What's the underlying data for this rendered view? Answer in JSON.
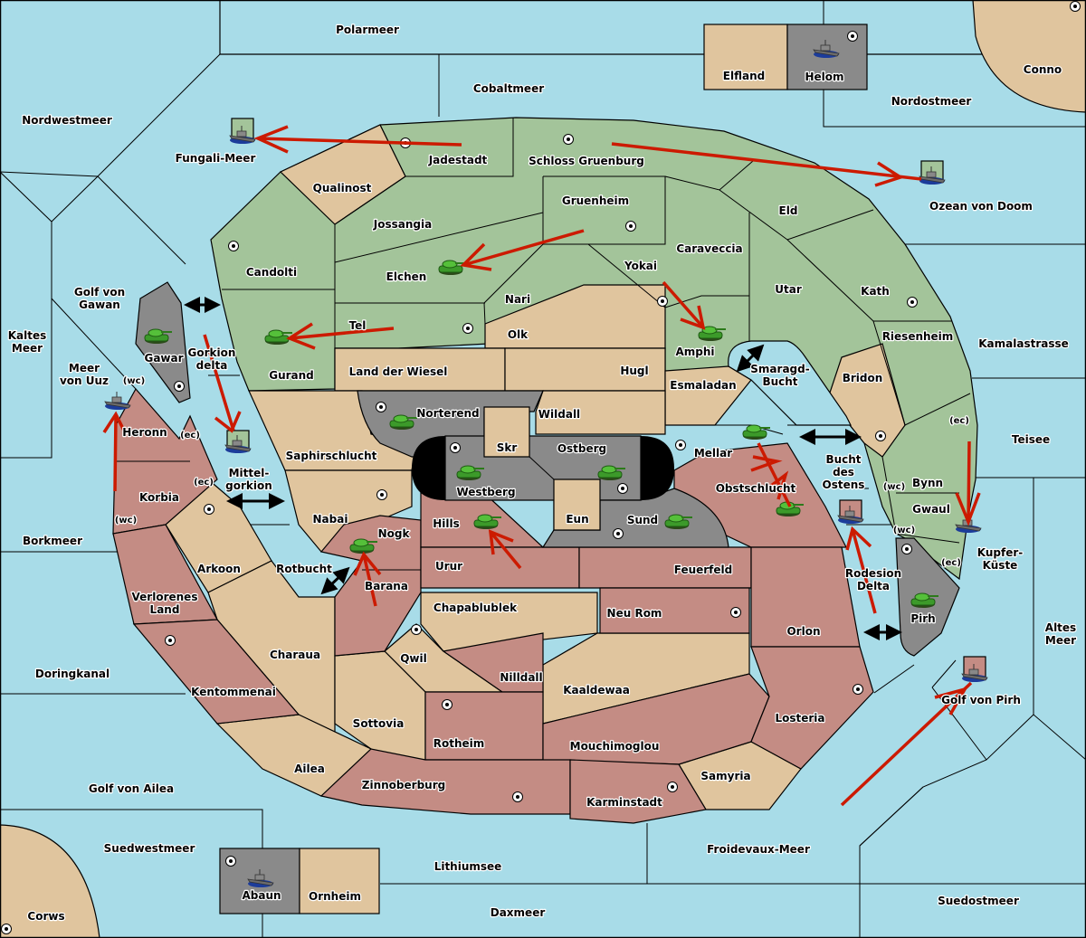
{
  "game": "Diplomacy-style strategy map",
  "colors": {
    "sea": "#a8dce8",
    "neutral": "#e0c59e",
    "green_power": "#a3c49a",
    "red_power": "#c48c84",
    "gray_power": "#8a8a8a",
    "order_arrow": "#cc1a00",
    "border": "#000000",
    "impassable": "#000000"
  },
  "seas": [
    {
      "id": "polarmeer",
      "label": "Polarmeer"
    },
    {
      "id": "cobaltmeer",
      "label": "Cobaltmeer"
    },
    {
      "id": "nordwestmeer",
      "label": "Nordwestmeer"
    },
    {
      "id": "fungali-meer",
      "label": "Fungali-Meer"
    },
    {
      "id": "nordostmeer",
      "label": "Nordostmeer"
    },
    {
      "id": "ozean-von-doom",
      "label": "Ozean von Doom"
    },
    {
      "id": "golf-von-gawan",
      "label": "Golf von Gawan"
    },
    {
      "id": "kaltes-meer",
      "label": "Kaltes Meer"
    },
    {
      "id": "meer-von-uuz",
      "label": "Meer von Uuz"
    },
    {
      "id": "gorkion-delta",
      "label": "Gorkion delta"
    },
    {
      "id": "mittelgorkion",
      "label": "Mittel-gorkion"
    },
    {
      "id": "rotbucht",
      "label": "Rotbucht"
    },
    {
      "id": "borkmeer",
      "label": "Borkmeer"
    },
    {
      "id": "doringkanal",
      "label": "Doringkanal"
    },
    {
      "id": "golf-von-ailea",
      "label": "Golf von Ailea"
    },
    {
      "id": "suedwestmeer",
      "label": "Suedwestmeer"
    },
    {
      "id": "lithiumsee",
      "label": "Lithiumsee"
    },
    {
      "id": "daxmeer",
      "label": "Daxmeer"
    },
    {
      "id": "froidevaux-meer",
      "label": "Froidevaux-Meer"
    },
    {
      "id": "suedostmeer",
      "label": "Suedostmeer"
    },
    {
      "id": "golf-von-pirh",
      "label": "Golf von Pirh"
    },
    {
      "id": "altes-meer",
      "label": "Altes Meer"
    },
    {
      "id": "kupfer-kueste",
      "label": "Kupfer-Küste"
    },
    {
      "id": "teisee",
      "label": "Teisee"
    },
    {
      "id": "kamalastrasse",
      "label": "Kamalastrasse"
    },
    {
      "id": "rodesion-delta",
      "label": "Rodesion Delta"
    },
    {
      "id": "bucht-des-ostens",
      "label": "Bucht des Ostens"
    },
    {
      "id": "smaragd-bucht",
      "label": "Smaragd-Bucht"
    }
  ],
  "provinces": [
    {
      "id": "elfland",
      "label": "Elfland",
      "owner": "neutral"
    },
    {
      "id": "helom",
      "label": "Helom",
      "owner": "gray",
      "supply": true,
      "unit": "fleet"
    },
    {
      "id": "conno",
      "label": "Conno",
      "owner": "neutral",
      "supply": true
    },
    {
      "id": "qualinost",
      "label": "Qualinost",
      "owner": "neutral"
    },
    {
      "id": "jadestadt",
      "label": "Jadestadt",
      "owner": "green",
      "supply": true
    },
    {
      "id": "schloss-gruenburg",
      "label": "Schloss Gruenburg",
      "owner": "green",
      "supply": true
    },
    {
      "id": "gruenheim",
      "label": "Gruenheim",
      "owner": "green",
      "supply": true
    },
    {
      "id": "eld",
      "label": "Eld",
      "owner": "green"
    },
    {
      "id": "jossangia",
      "label": "Jossangia",
      "owner": "green"
    },
    {
      "id": "candolti",
      "label": "Candolti",
      "owner": "green",
      "supply": true
    },
    {
      "id": "elchen",
      "label": "Elchen",
      "owner": "green",
      "unit": "army"
    },
    {
      "id": "caraveccia",
      "label": "Caraveccia",
      "owner": "green"
    },
    {
      "id": "yokai",
      "label": "Yokai",
      "owner": "green",
      "supply": true
    },
    {
      "id": "nari",
      "label": "Nari",
      "owner": "green"
    },
    {
      "id": "utar",
      "label": "Utar",
      "owner": "green"
    },
    {
      "id": "kath",
      "label": "Kath",
      "owner": "green",
      "supply": true
    },
    {
      "id": "tel",
      "label": "Tel",
      "owner": "green",
      "supply": true
    },
    {
      "id": "gurand",
      "label": "Gurand",
      "owner": "green",
      "unit": "army"
    },
    {
      "id": "olk",
      "label": "Olk",
      "owner": "neutral"
    },
    {
      "id": "amphi",
      "label": "Amphi",
      "owner": "green",
      "unit": "army"
    },
    {
      "id": "riesenheim",
      "label": "Riesenheim",
      "owner": "green"
    },
    {
      "id": "land-der-wiesel",
      "label": "Land der Wiesel",
      "owner": "neutral"
    },
    {
      "id": "hugl",
      "label": "Hugl",
      "owner": "neutral"
    },
    {
      "id": "bridon",
      "label": "Bridon",
      "owner": "neutral",
      "supply": true
    },
    {
      "id": "esmaladan",
      "label": "Esmaladan",
      "owner": "neutral"
    },
    {
      "id": "gawar",
      "label": "Gawar",
      "owner": "gray",
      "supply": true,
      "unit": "army"
    },
    {
      "id": "norterend",
      "label": "Norterend",
      "owner": "gray",
      "supply": true,
      "unit": "army"
    },
    {
      "id": "wildall",
      "label": "Wildall",
      "owner": "neutral"
    },
    {
      "id": "skr",
      "label": "Skr",
      "owner": "neutral"
    },
    {
      "id": "ostberg",
      "label": "Ostberg",
      "owner": "gray",
      "supply": true,
      "unit": "army"
    },
    {
      "id": "westberg",
      "label": "Westberg",
      "owner": "gray",
      "supply": true,
      "unit": "army"
    },
    {
      "id": "mellar",
      "label": "Mellar",
      "owner": "green",
      "supply": true,
      "unit": "army"
    },
    {
      "id": "heronn",
      "label": "Heronn",
      "owner": "red",
      "coasts": [
        "(wc)",
        "(ec)"
      ]
    },
    {
      "id": "saphirschlucht",
      "label": "Saphirschlucht",
      "owner": "neutral"
    },
    {
      "id": "bynn",
      "label": "Bynn",
      "owner": "green",
      "coasts": [
        "(ec)",
        "(wc)"
      ]
    },
    {
      "id": "korbia",
      "label": "Korbia",
      "owner": "red",
      "coasts": [
        "(ec)",
        "(wc)"
      ]
    },
    {
      "id": "nabai",
      "label": "Nabai",
      "owner": "neutral",
      "supply": true
    },
    {
      "id": "eun",
      "label": "Eun",
      "owner": "neutral"
    },
    {
      "id": "sund",
      "label": "Sund",
      "owner": "gray",
      "supply": true,
      "unit": "army"
    },
    {
      "id": "obstschlucht",
      "label": "Obstschlucht",
      "owner": "red",
      "unit": "army"
    },
    {
      "id": "hills",
      "label": "Hills",
      "owner": "red",
      "unit": "army"
    },
    {
      "id": "gwaul",
      "label": "Gwaul",
      "owner": "green",
      "coasts": [
        "(wc)",
        "(ec)"
      ]
    },
    {
      "id": "nogk",
      "label": "Nogk",
      "owner": "red",
      "unit": "army"
    },
    {
      "id": "arkoon",
      "label": "Arkoon",
      "owner": "neutral",
      "supply": true
    },
    {
      "id": "urur",
      "label": "Urur",
      "owner": "red"
    },
    {
      "id": "feuerfeld",
      "label": "Feuerfeld",
      "owner": "red"
    },
    {
      "id": "barana",
      "label": "Barana",
      "owner": "red"
    },
    {
      "id": "pirh",
      "label": "Pirh",
      "owner": "gray",
      "supply": true,
      "unit": "army"
    },
    {
      "id": "verlorenes-land",
      "label": "Verlorenes Land",
      "owner": "red"
    },
    {
      "id": "chapablublek",
      "label": "Chapablublek",
      "owner": "neutral"
    },
    {
      "id": "neu-rom",
      "label": "Neu Rom",
      "owner": "red",
      "supply": true
    },
    {
      "id": "orlon",
      "label": "Orlon",
      "owner": "red"
    },
    {
      "id": "charaua",
      "label": "Charaua",
      "owner": "neutral"
    },
    {
      "id": "qwil",
      "label": "Qwil",
      "owner": "neutral",
      "supply": true
    },
    {
      "id": "nilldall",
      "label": "Nilldall",
      "owner": "red"
    },
    {
      "id": "kentommenai",
      "label": "Kentommenai",
      "owner": "red",
      "supply": true
    },
    {
      "id": "kaaldewaa",
      "label": "Kaaldewaa",
      "owner": "neutral"
    },
    {
      "id": "losteria",
      "label": "Losteria",
      "owner": "red",
      "supply": true
    },
    {
      "id": "sottovia",
      "label": "Sottovia",
      "owner": "neutral"
    },
    {
      "id": "rotheim",
      "label": "Rotheim",
      "owner": "red",
      "supply": true
    },
    {
      "id": "mouchimoglou",
      "label": "Mouchimoglou",
      "owner": "red"
    },
    {
      "id": "ailea",
      "label": "Ailea",
      "owner": "neutral"
    },
    {
      "id": "samyria",
      "label": "Samyria",
      "owner": "neutral"
    },
    {
      "id": "zinnoberburg",
      "label": "Zinnoberburg",
      "owner": "red",
      "supply": true
    },
    {
      "id": "karminstadt",
      "label": "Karminstadt",
      "owner": "red",
      "supply": true
    },
    {
      "id": "abaun",
      "label": "Abaun",
      "owner": "gray",
      "supply": true,
      "unit": "fleet"
    },
    {
      "id": "ornheim",
      "label": "Ornheim",
      "owner": "neutral"
    },
    {
      "id": "corws",
      "label": "Corws",
      "owner": "neutral",
      "supply": true
    }
  ],
  "coast_labels": {
    "wc": "(wc)",
    "ec": "(ec)"
  },
  "units": [
    {
      "type": "fleet",
      "where": "Helom"
    },
    {
      "type": "fleet",
      "where": "Fungali-Meer",
      "new_build": true,
      "power": "green"
    },
    {
      "type": "fleet",
      "where": "Ozean von Doom",
      "new_build": true,
      "power": "green"
    },
    {
      "type": "fleet",
      "where": "Meer von Uuz"
    },
    {
      "type": "fleet",
      "where": "Mittelgorkion",
      "new_build": true,
      "power": "green"
    },
    {
      "type": "fleet",
      "where": "Bucht des Ostens",
      "new_build": true,
      "power": "red"
    },
    {
      "type": "fleet",
      "where": "Kupfer-Küste"
    },
    {
      "type": "fleet",
      "where": "Golf von Pirh",
      "new_build": true,
      "power": "red"
    },
    {
      "type": "fleet",
      "where": "Abaun"
    },
    {
      "type": "army",
      "where": "Gawar"
    },
    {
      "type": "army",
      "where": "Elchen"
    },
    {
      "type": "army",
      "where": "Gurand"
    },
    {
      "type": "army",
      "where": "Amphi"
    },
    {
      "type": "army",
      "where": "Norterend"
    },
    {
      "type": "army",
      "where": "Westberg"
    },
    {
      "type": "army",
      "where": "Ostberg"
    },
    {
      "type": "army",
      "where": "Mellar"
    },
    {
      "type": "army",
      "where": "Obstschlucht"
    },
    {
      "type": "army",
      "where": "Sund"
    },
    {
      "type": "army",
      "where": "Hills"
    },
    {
      "type": "army",
      "where": "Nogk"
    },
    {
      "type": "army",
      "where": "Pirh"
    }
  ],
  "orders": [
    {
      "from": "Jadestadt",
      "to": "Fungali-Meer",
      "kind": "move"
    },
    {
      "from": "Schloss Gruenburg",
      "to": "Ozean von Doom",
      "kind": "move"
    },
    {
      "from": "Gruenheim",
      "to": "Elchen",
      "kind": "move"
    },
    {
      "from": "Tel",
      "to": "Gurand",
      "kind": "move"
    },
    {
      "from": "Yokai",
      "to": "Amphi",
      "kind": "move"
    },
    {
      "from": "Gorkion delta",
      "to": "Mittelgorkion",
      "kind": "move"
    },
    {
      "from": "Korbia",
      "to": "Meer von Uuz",
      "kind": "move"
    },
    {
      "from": "Urur",
      "to": "Hills",
      "kind": "move"
    },
    {
      "from": "Barana",
      "to": "Nogk",
      "kind": "move"
    },
    {
      "from": "Mellar",
      "to": "Obstschlucht",
      "kind": "bounce"
    },
    {
      "from": "Obstschlucht",
      "to": "Mellar",
      "kind": "bounce"
    },
    {
      "from": "Rodesion Delta",
      "to": "Bucht des Ostens",
      "kind": "move"
    },
    {
      "from": "Teisee",
      "to": "Kupfer-Küste",
      "kind": "move"
    },
    {
      "from": "Suedostmeer",
      "to": "Golf von Pirh",
      "kind": "move"
    }
  ],
  "canal_arrows": [
    "Golf von Gawan–Gorkion delta",
    "Mittelgorkion",
    "Rotbucht",
    "Smaragd-Bucht",
    "Bucht des Ostens",
    "Rodesion Delta"
  ]
}
